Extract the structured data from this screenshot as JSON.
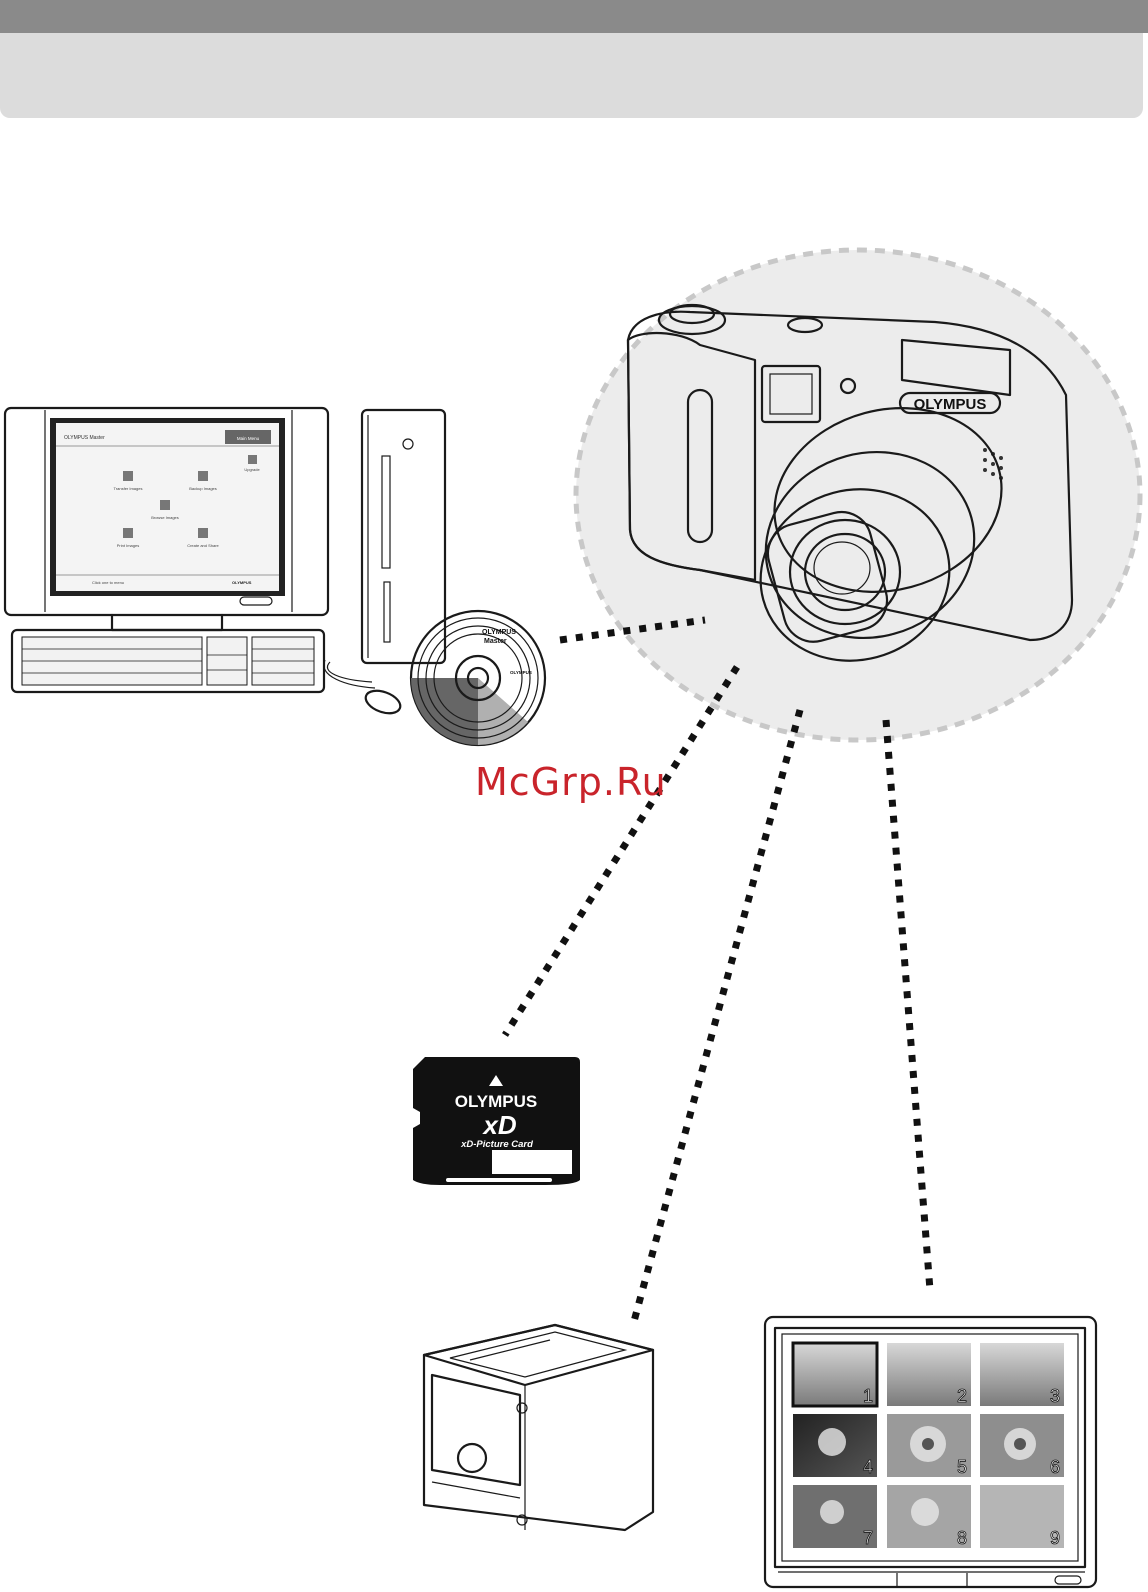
{
  "watermark": "McGrp.Ru",
  "computer": {
    "screen_title": "OLYMPUS Master",
    "screen_button": "Main Menu",
    "menu_items": [
      "Transfer Images",
      "Backup Images",
      "Browse Images",
      "Print Images",
      "Create and Share",
      "Upgrade"
    ],
    "status_text": "Click one to menu",
    "brand": "OLYMPUS"
  },
  "cd": {
    "line1": "OLYMPUS",
    "line2": "Master",
    "brand": "OLYMPUS"
  },
  "camera": {
    "brand": "OLYMPUS"
  },
  "xd_card": {
    "brand": "OLYMPUS",
    "logo": "xD",
    "label": "xD-Picture Card"
  },
  "tv": {
    "thumbnails": [
      "1",
      "2",
      "3",
      "4",
      "5",
      "6",
      "7",
      "8",
      "9"
    ]
  }
}
